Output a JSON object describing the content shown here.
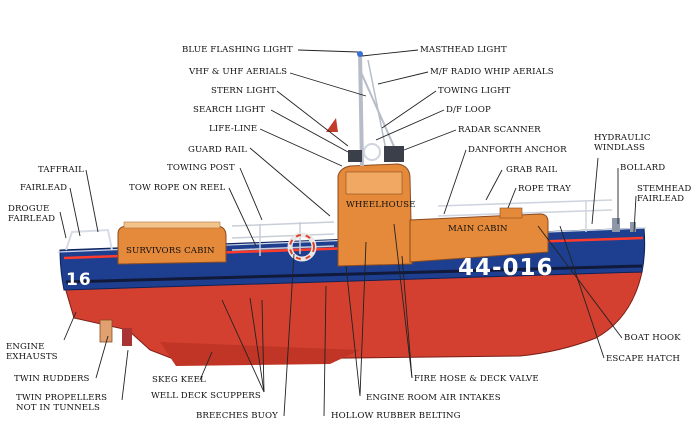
{
  "hull": {
    "number": "44-016",
    "bow_number_partial": "16"
  },
  "colors": {
    "hull_blue": "#1e3f8f",
    "hull_red": "#d4402f",
    "superstructure_orange": "#e58a3a",
    "leader_line": "#222222"
  },
  "labels": {
    "blue_flashing_light": "BLUE FLASHING LIGHT",
    "vhf_uhf_aerials": "VHF & UHF AERIALS",
    "stern_light": "STERN LIGHT",
    "search_light": "SEARCH LIGHT",
    "life_line": "LIFE-LINE",
    "guard_rail": "GUARD RAIL",
    "towing_post": "TOWING POST",
    "tow_rope_on_reel": "TOW ROPE ON REEL",
    "taffrail": "TAFFRAIL",
    "fairlead": "FAIRLEAD",
    "drogue_fairlead": "DROGUE\nFAIRLEAD",
    "masthead_light": "MASTHEAD LIGHT",
    "mf_radio_whip_aerials": "M/F RADIO WHIP AERIALS",
    "towing_light": "TOWING LIGHT",
    "df_loop": "D/F LOOP",
    "radar_scanner": "RADAR SCANNER",
    "danforth_anchor": "DANFORTH ANCHOR",
    "hydraulic_windlass": "HYDRAULIC\nWINDLASS",
    "bollard": "BOLLARD",
    "grab_rail": "GRAB RAIL",
    "rope_tray": "ROPE TRAY",
    "stemhead_fairlead": "STEMHEAD\nFAIRLEAD",
    "wheelhouse": "WHEELHOUSE",
    "main_cabin": "MAIN CABIN",
    "survivors_cabin": "SURVIVORS CABIN",
    "engine_exhausts": "ENGINE\nEXHAUSTS",
    "twin_rudders": "TWIN RUDDERS",
    "twin_propellers": "TWIN PROPELLERS\nNOT IN TUNNELS",
    "skeg_keel": "SKEG KEEL",
    "well_deck_scuppers": "WELL DECK SCUPPERS",
    "breeches_buoy": "BREECHES BUOY",
    "hollow_rubber_belting": "HOLLOW RUBBER BELTING",
    "engine_room_air_intakes": "ENGINE ROOM AIR INTAKES",
    "fire_hose_deck_valve": "FIRE HOSE & DECK VALVE",
    "boat_hook": "BOAT HOOK",
    "escape_hatch": "ESCAPE HATCH"
  }
}
